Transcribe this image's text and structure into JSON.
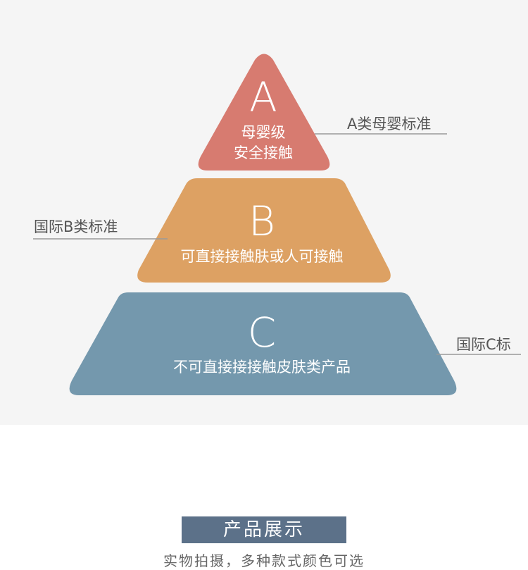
{
  "tiers": [
    {
      "letter": "A",
      "lines": [
        "母婴级",
        "安全接触"
      ],
      "color": "#d77b70",
      "callout": "A类母婴标准"
    },
    {
      "letter": "B",
      "lines": [
        "可直接接触肤或人可接触"
      ],
      "color": "#dda163",
      "callout": "国际B类标准"
    },
    {
      "letter": "C",
      "lines": [
        "不可直接接接触皮肤类产品"
      ],
      "color": "#7498ad",
      "callout": "国际C标"
    }
  ],
  "banner": {
    "title": "产品展示",
    "subtitle": "实物拍摄，多种款式颜色可选"
  },
  "colors": {
    "panel_bg": "#f5f5f5",
    "banner_bg": "#5c7189",
    "callout_line": "#9a9a9a"
  }
}
